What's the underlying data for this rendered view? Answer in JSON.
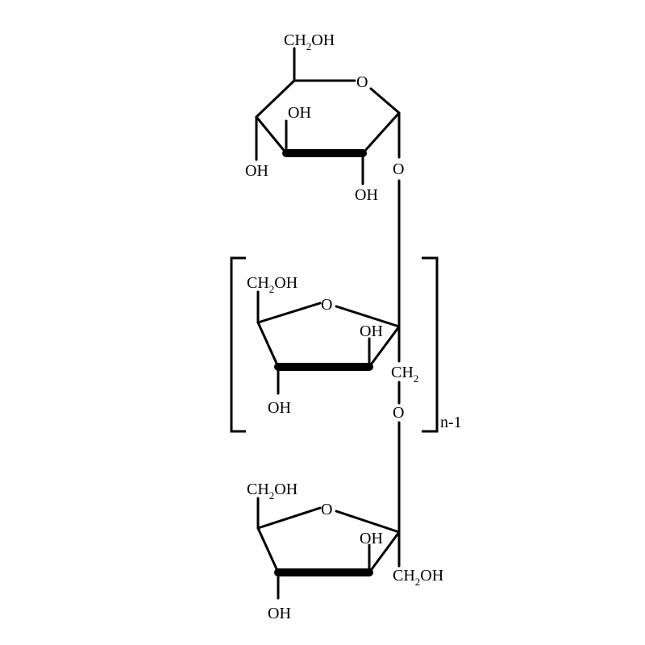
{
  "glucose_unit": {
    "ch2oh": "CH2OH",
    "ring_o": "O",
    "oh_c4": "OH",
    "oh_c3": "OH",
    "oh_c2": "OH",
    "glycosidic_o": "O"
  },
  "repeat_unit": {
    "ch2oh": "CH2OH",
    "ring_o": "O",
    "oh_c3": "OH",
    "oh_c4": "OH",
    "ch2": "CH2",
    "linking_o": "O",
    "subscript": "n-1"
  },
  "terminal_unit": {
    "ch2oh_top": "CH2OH",
    "ring_o": "O",
    "oh_c3": "OH",
    "oh_c4": "OH",
    "ch2oh_right": "CH2OH"
  }
}
